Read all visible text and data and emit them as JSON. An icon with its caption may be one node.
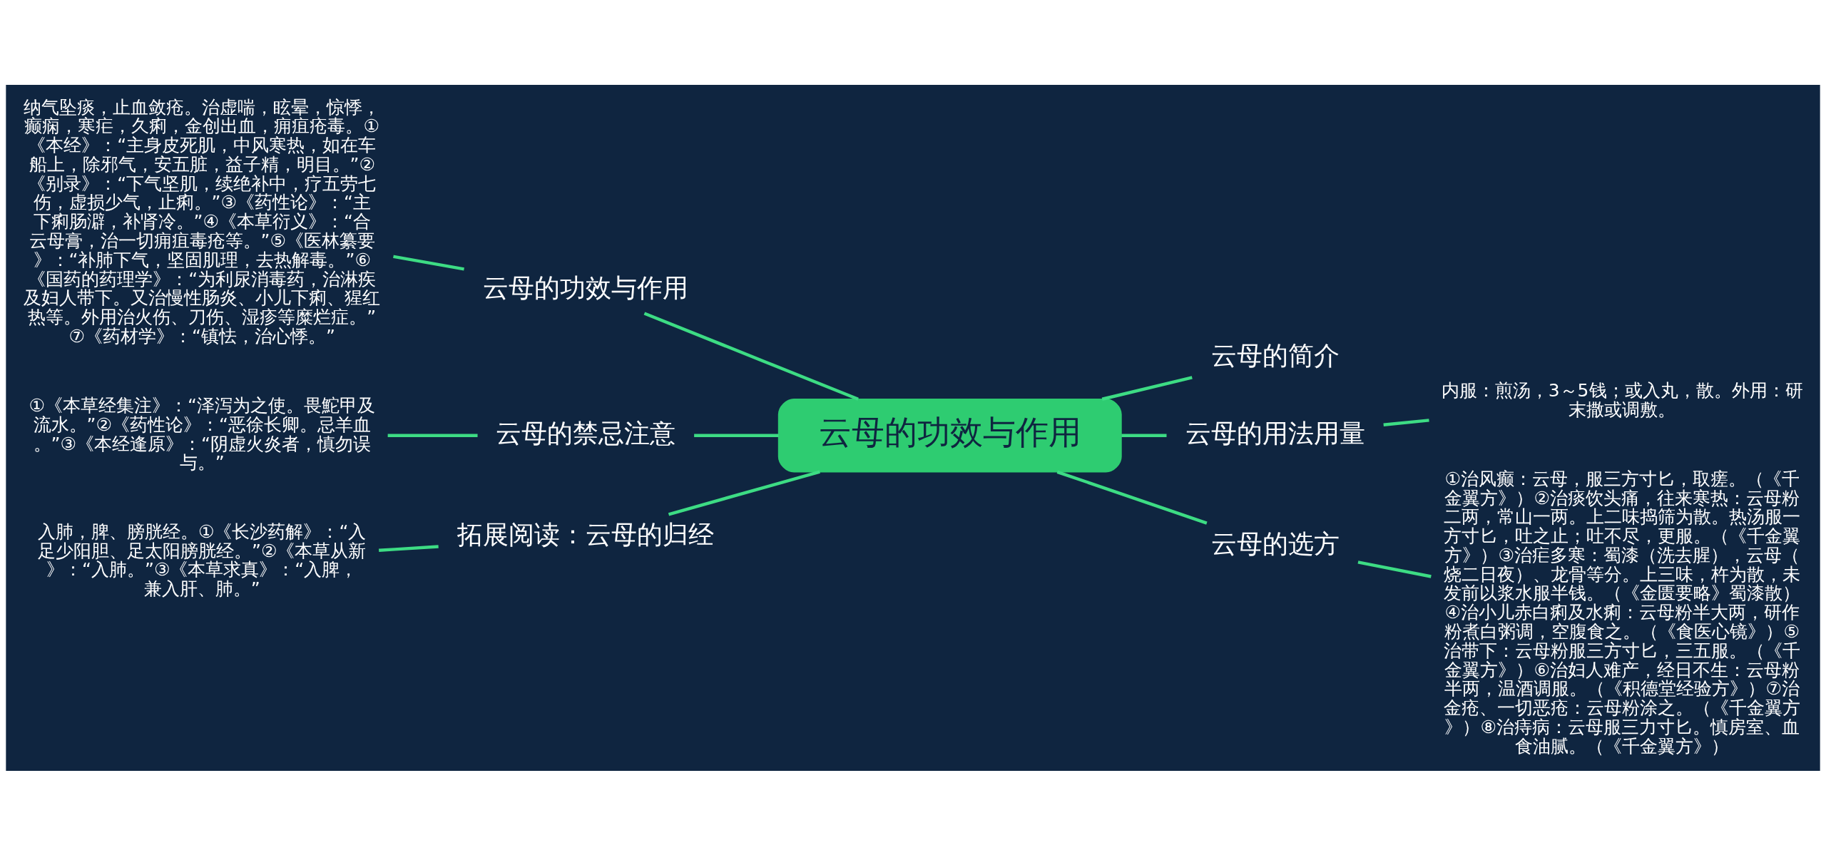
{
  "diagram": {
    "nodes": [
      {
        "text": [
          "云母的功效与作用"
        ]
      },
      {
        "text": [
          "云母的功效与作用"
        ]
      },
      {
        "text": [
          "纳气坠痰，止血敛疮。治虚喘，眩晕，惊悸，癫痫，寒疟，久痢，金创出血，痈疽疮毒。①《本经》：“主身皮死肌，中风寒热，如在车船上，除邪气，安五脏，益子精，明目。”②《别录》：“下气坚肌，续绝补中，疗五劳七伤，虚损少气，止痢。”③《药性论》：“主下痢肠澼，补肾冷。”④《本草衍义》：“合云母膏，治一切痈疽毒疮等。”⑤《医林纂要》：“补肺下气，坚固肌理，去热解毒。”⑥《国药的药理学》：“为利尿消毒药，治淋疾及妇人带下。又治慢性肠炎、小儿下痢、猩红热等。外用治火伤、刀伤、湿疹等糜烂症。”⑦《药材学》：“镇怯，治心悸。”"
        ]
      },
      {
        "text": [
          "云母的禁忌注意"
        ]
      },
      {
        "text": [
          "①《本草经集注》：“泽泻为之使。畏鮀甲及流水。”②《药性论》：“恶徐长卿。忌羊血。”③《本经逢原》：“阴虚火炎者，慎勿误与。”"
        ]
      },
      {
        "text": [
          "拓展阅读：云母的归经"
        ]
      },
      {
        "text": [
          "入肺，脾、膀胱经。①《长沙药解》：“入足少阳胆、足太阳膀胱经。”②《本草从新》：“入肺。”③《本草求真》：“入脾，兼入肝、肺。”"
        ]
      },
      {
        "text": [
          "云母的简介"
        ]
      },
      {
        "text": [
          "云母的用法用量"
        ]
      },
      {
        "text": [
          "内服：煎汤，3～5钱；或入丸，散。外用：研末撒或调敷。"
        ]
      },
      {
        "text": [
          "云母的选方"
        ]
      },
      {
        "text": [
          "①治风癫：云母，服三方寸匕，取瘥。（《千金翼方》）②治痰饮头痛，往来寒热：云母粉二两，常山一两。上二味捣筛为散。热汤服一方寸匕，吐之止；吐不尽，更服。（《千金翼方》）③治疟多寒：蜀漆（洗去腥），云母（烧二日夜）、龙骨等分。上三味，杵为散，未发前以浆水服半钱。（《金匮要略》蜀漆散）④治小儿赤白痢及水痢：云母粉半大两，研作粉煮白粥调，空腹食之。（《食医心镜》）⑤治带下：云母粉服三方寸匕，三五服。（《千金翼方》）⑥治妇人难产，经日不生：云母粉半两，温酒调服。（《积德堂经验方》）⑦治金疮、一切恶疮：云母粉涂之。（《千金翼方》）⑧治痔病：云母服三力寸匕。慎房室、血食油腻。（《千金翼方》）"
        ]
      }
    ],
    "edges": [
      {
        "from": 0,
        "to": 1,
        "arrow": "none"
      },
      {
        "from": 1,
        "to": 2,
        "arrow": "none"
      },
      {
        "from": 0,
        "to": 3,
        "arrow": "none"
      },
      {
        "from": 3,
        "to": 4,
        "arrow": "none"
      },
      {
        "from": 0,
        "to": 5,
        "arrow": "none"
      },
      {
        "from": 5,
        "to": 6,
        "arrow": "none"
      },
      {
        "from": 0,
        "to": 7,
        "arrow": "none"
      },
      {
        "from": 0,
        "to": 8,
        "arrow": "none"
      },
      {
        "from": 8,
        "to": 9,
        "arrow": "none"
      },
      {
        "from": 0,
        "to": 10,
        "arrow": "none"
      },
      {
        "from": 10,
        "to": 11,
        "arrow": "none"
      }
    ]
  }
}
